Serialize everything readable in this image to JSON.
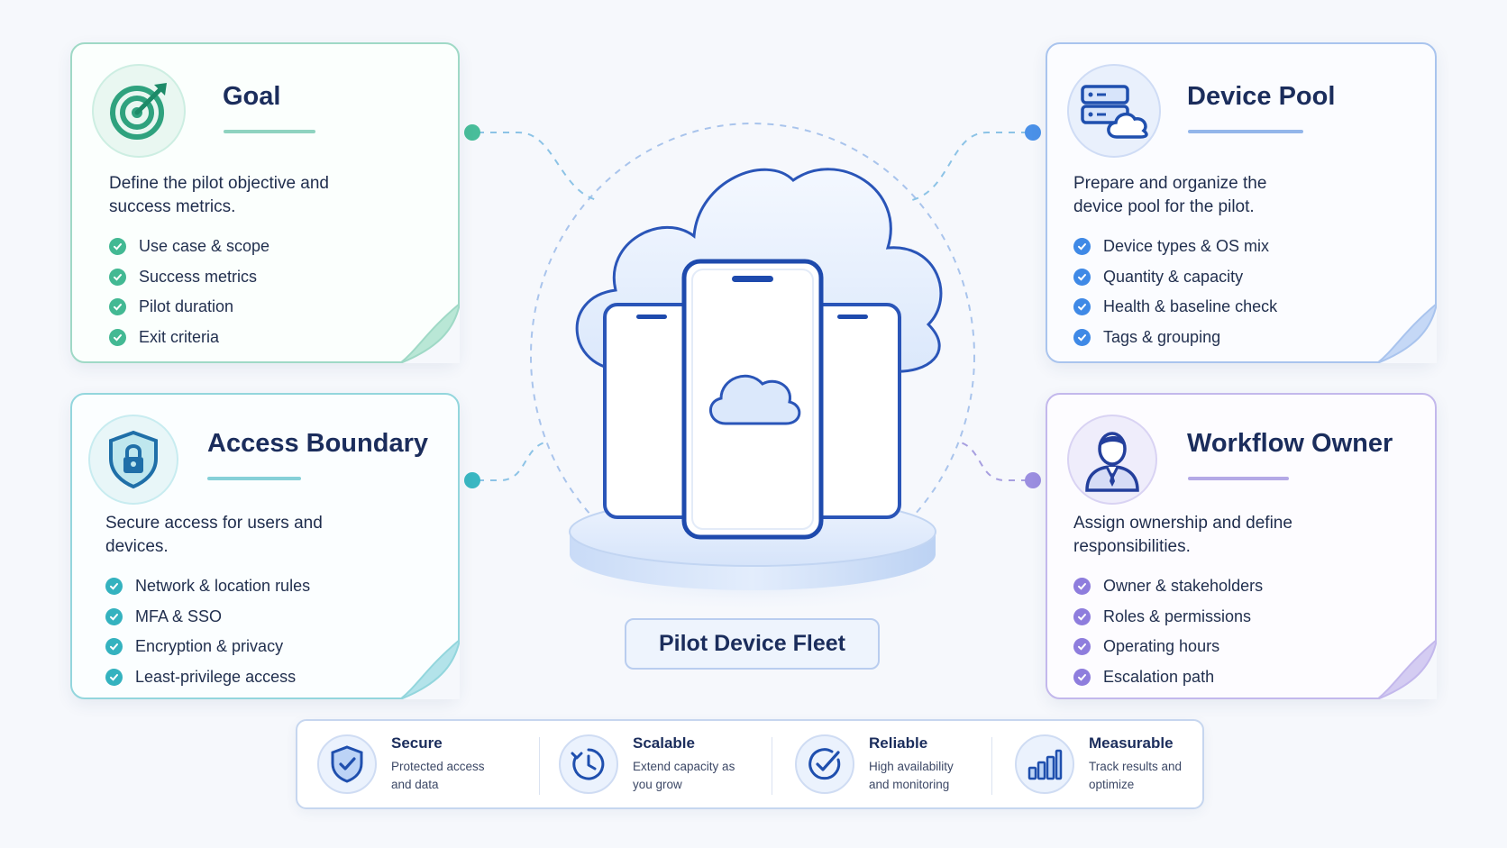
{
  "center": {
    "label": "Pilot Device Fleet"
  },
  "cards": {
    "goal": {
      "title": "Goal",
      "description": "Define the pilot objective and success metrics.",
      "items": [
        "Use case & scope",
        "Success metrics",
        "Pilot duration",
        "Exit criteria"
      ],
      "icon": "target-icon",
      "color": "#43b993"
    },
    "access": {
      "title": "Access Boundary",
      "description": "Secure access for users and devices.",
      "items": [
        "Network & location rules",
        "MFA & SSO",
        "Encryption & privacy",
        "Least-privilege access"
      ],
      "icon": "shield-lock-icon",
      "color": "#34b2bf"
    },
    "pool": {
      "title": "Device Pool",
      "description": "Prepare and organize the device pool for the pilot.",
      "items": [
        "Device types & OS mix",
        "Quantity & capacity",
        "Health & baseline check",
        "Tags & grouping"
      ],
      "icon": "server-cloud-icon",
      "color": "#3f89e6"
    },
    "owner": {
      "title": "Workflow Owner",
      "description": "Assign ownership and define responsibilities.",
      "items": [
        "Owner & stakeholders",
        "Roles & permissions",
        "Operating hours",
        "Escalation path"
      ],
      "icon": "person-icon",
      "color": "#8e7ddd"
    }
  },
  "features": [
    {
      "title": "Secure",
      "description": "Protected access and data",
      "icon": "shield-check-icon"
    },
    {
      "title": "Scalable",
      "description": "Extend capacity as you grow",
      "icon": "clock-icon"
    },
    {
      "title": "Reliable",
      "description": "High availability and monitoring",
      "icon": "check-circle-icon"
    },
    {
      "title": "Measurable",
      "description": "Track results and optimize",
      "icon": "bar-chart-icon"
    }
  ]
}
